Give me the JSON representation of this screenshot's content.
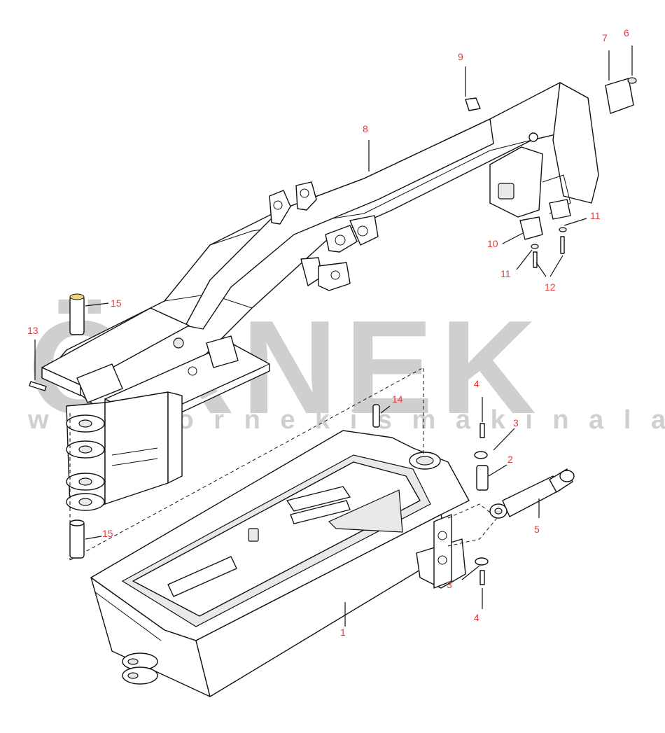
{
  "watermark": {
    "brand": "ÖRNEK",
    "url": "w w w . o r n e k i s m a k i n a l a r i . c o m . t r",
    "color": "#cfcfcf"
  },
  "label_color": "#e03c3c",
  "callouts": [
    {
      "id": "c1",
      "text": "1"
    },
    {
      "id": "c2",
      "text": "2"
    },
    {
      "id": "c3a",
      "text": "3"
    },
    {
      "id": "c3b",
      "text": "3"
    },
    {
      "id": "c4a",
      "text": "4"
    },
    {
      "id": "c4b",
      "text": "4"
    },
    {
      "id": "c5",
      "text": "5"
    },
    {
      "id": "c6",
      "text": "6"
    },
    {
      "id": "c7",
      "text": "7"
    },
    {
      "id": "c8",
      "text": "8"
    },
    {
      "id": "c9",
      "text": "9"
    },
    {
      "id": "c10",
      "text": "10"
    },
    {
      "id": "c11a",
      "text": "11"
    },
    {
      "id": "c11b",
      "text": "11"
    },
    {
      "id": "c12",
      "text": "12"
    },
    {
      "id": "c13",
      "text": "13"
    },
    {
      "id": "c14",
      "text": "14"
    },
    {
      "id": "c15a",
      "text": "15"
    },
    {
      "id": "c15b",
      "text": "15"
    }
  ]
}
